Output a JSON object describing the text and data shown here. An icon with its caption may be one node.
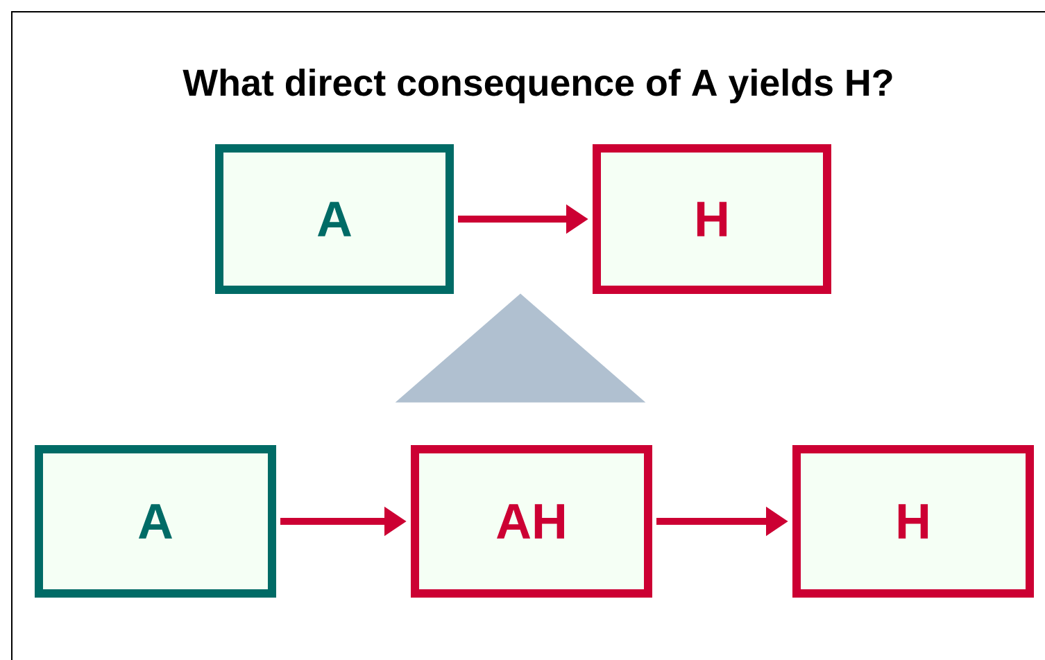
{
  "diagram": {
    "title": "What direct consequence of A yields H?",
    "nodes": [
      {
        "text": [
          "A"
        ]
      },
      {
        "text": [
          "H"
        ]
      },
      {
        "text": [],
        "shape": "triangle"
      },
      {
        "text": [
          "A"
        ]
      },
      {
        "text": [
          "AH"
        ]
      },
      {
        "text": [
          "H"
        ]
      }
    ],
    "edges": [
      {
        "from": 0,
        "to": 1,
        "arrow": "to"
      },
      {
        "from": 3,
        "to": 4,
        "arrow": "to"
      },
      {
        "from": 4,
        "to": 5,
        "arrow": "to"
      }
    ]
  }
}
